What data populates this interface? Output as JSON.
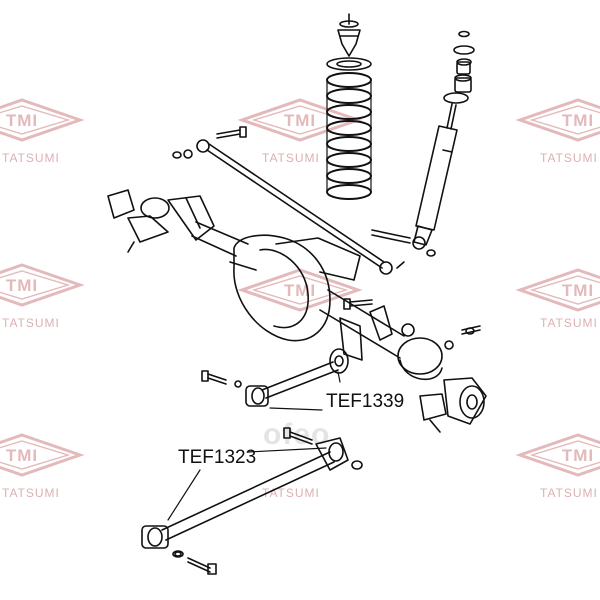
{
  "watermark": {
    "logo_text": "TMI",
    "brand_text": "TATSUMI",
    "color": "#e3b9bb"
  },
  "site_mark": "ofeo",
  "callouts": [
    {
      "id": "TEF1339",
      "label": "TEF1339"
    },
    {
      "id": "TEF1323",
      "label": "TEF1323"
    }
  ],
  "colors": {
    "line": "#111111",
    "background": "#ffffff",
    "watermark": "#e3b9bb"
  }
}
